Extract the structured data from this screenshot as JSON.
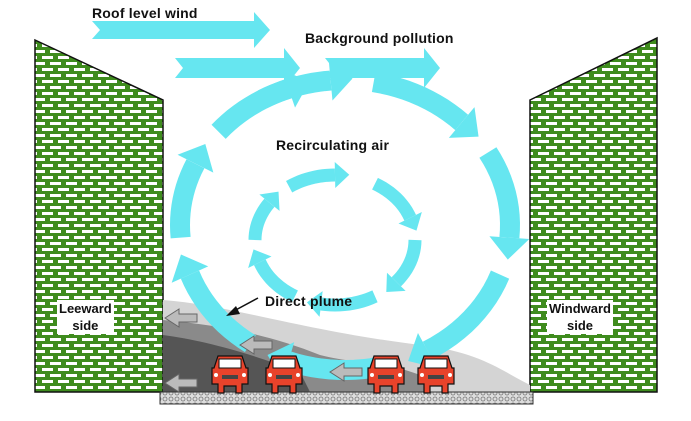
{
  "labels": {
    "roof_wind": "Roof level wind",
    "background": "Background pollution",
    "recirculating": "Recirculating air",
    "plume": "Direct plume",
    "leeward_1": "Leeward",
    "leeward_2": "side",
    "windward_1": "Windward",
    "windward_2": "side"
  },
  "colors": {
    "wind": "#66e6f0",
    "brick": "#3f8c1e",
    "car": "#e8432b",
    "plume_dark": "#555555",
    "plume_mid": "#8a8a8a",
    "plume_light": "#d4d4d4"
  }
}
